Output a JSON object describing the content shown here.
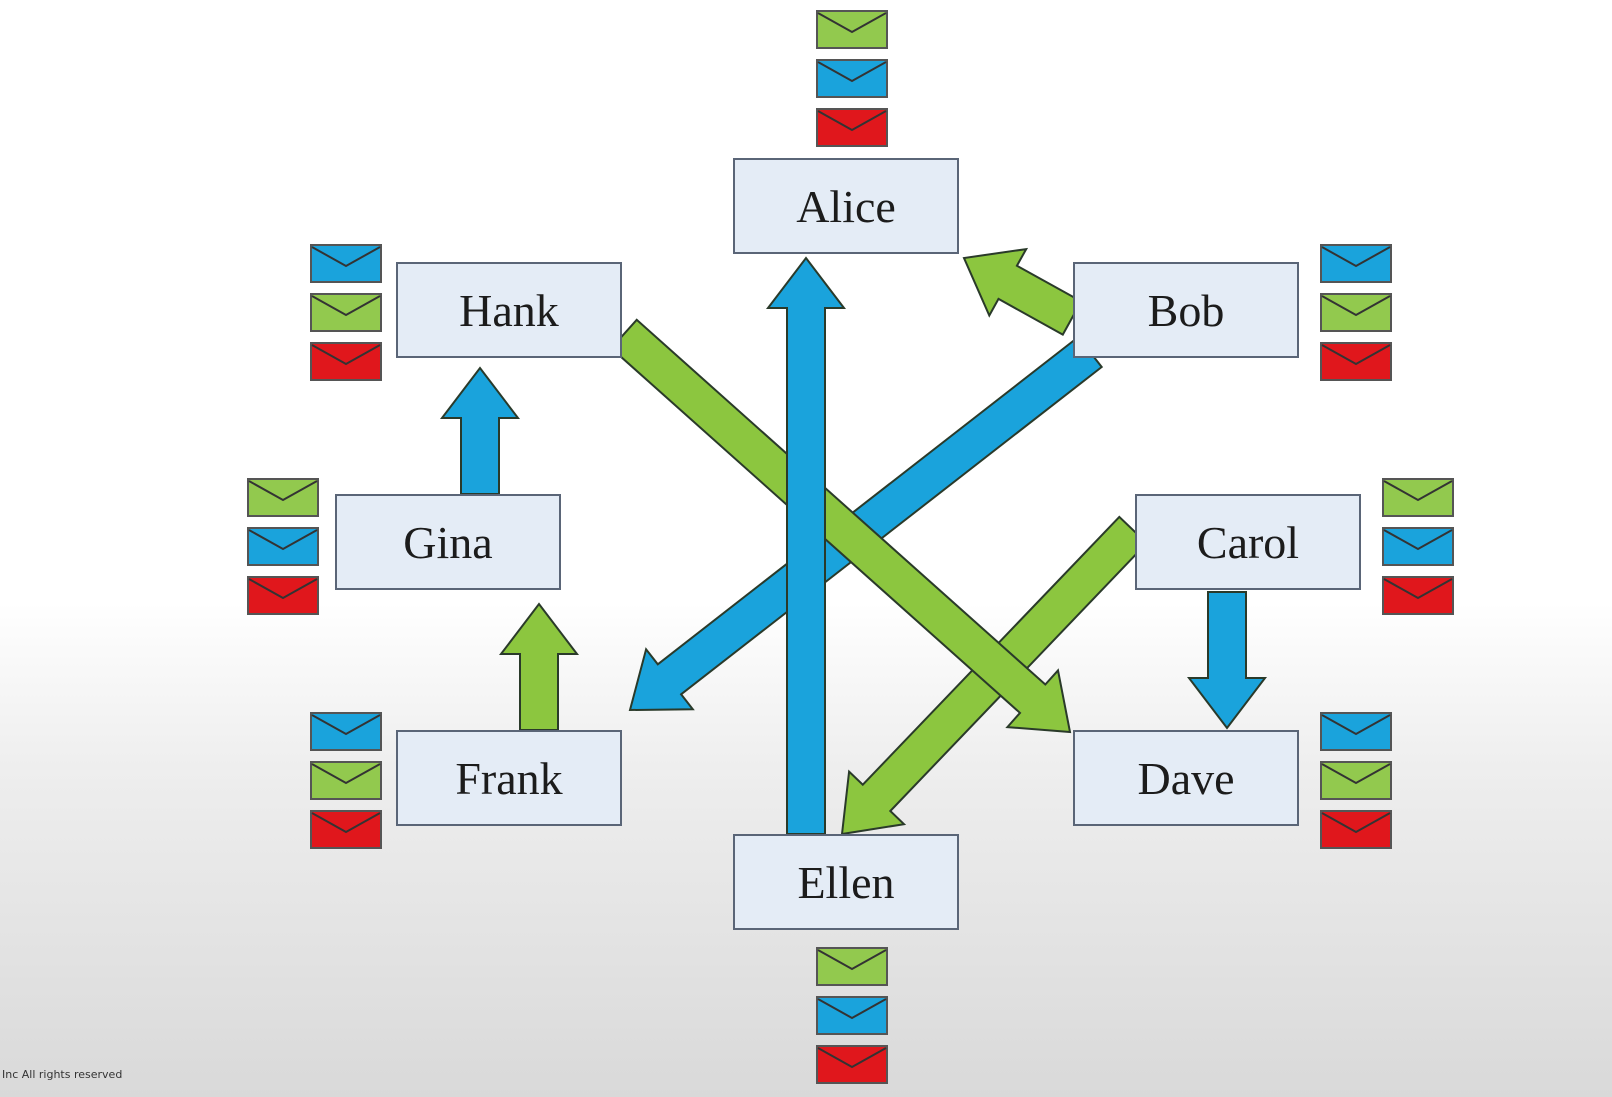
{
  "nodes": {
    "alice": "Alice",
    "bob": "Bob",
    "carol": "Carol",
    "dave": "Dave",
    "ellen": "Ellen",
    "frank": "Frank",
    "gina": "Gina",
    "hank": "Hank"
  },
  "envelope_colors": {
    "green": "#92c94e",
    "blue": "#1aa3dc",
    "red": "#e0171c"
  },
  "envelope_stacks": {
    "alice": [
      "green",
      "blue",
      "red"
    ],
    "bob": [
      "blue",
      "green",
      "red"
    ],
    "carol": [
      "green",
      "blue",
      "red"
    ],
    "dave": [
      "blue",
      "green",
      "red"
    ],
    "ellen": [
      "green",
      "blue",
      "red"
    ],
    "frank": [
      "blue",
      "green",
      "red"
    ],
    "gina": [
      "green",
      "blue",
      "red"
    ],
    "hank": [
      "blue",
      "green",
      "red"
    ]
  },
  "edges": [
    {
      "from": "Bob",
      "to": "Alice",
      "color": "green"
    },
    {
      "from": "Bob",
      "to": "Frank",
      "color": "blue"
    },
    {
      "from": "Carol",
      "to": "Dave",
      "color": "blue"
    },
    {
      "from": "Carol",
      "to": "Ellen",
      "color": "green"
    },
    {
      "from": "Hank",
      "to": "Dave",
      "color": "green"
    },
    {
      "from": "Ellen",
      "to": "Alice",
      "color": "blue"
    },
    {
      "from": "Frank",
      "to": "Gina",
      "color": "green"
    },
    {
      "from": "Gina",
      "to": "Hank",
      "color": "blue"
    }
  ],
  "arrow_colors": {
    "green": "#8cc63f",
    "blue": "#1aa3dc",
    "outline": "#2a3a2a"
  },
  "footer": "Inc All rights reserved"
}
